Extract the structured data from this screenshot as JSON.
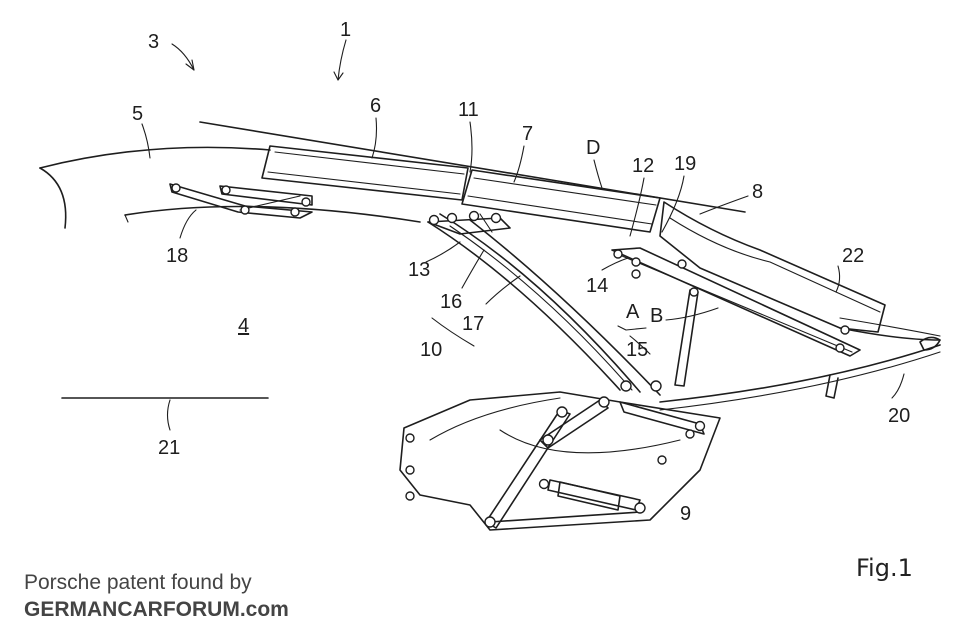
{
  "figure": {
    "label": "Fig.1",
    "reference_numerals": {
      "r1": "1",
      "r3": "3",
      "r4": "4",
      "r5": "5",
      "r6": "6",
      "r7": "7",
      "r8": "8",
      "r9": "9",
      "r10": "10",
      "r11": "11",
      "r12": "12",
      "r13": "13",
      "r14": "14",
      "r15": "15",
      "r16": "16",
      "r17": "17",
      "r18": "18",
      "r19": "19",
      "r20": "20",
      "r21": "21",
      "r22": "22",
      "rA": "A",
      "rB": "B",
      "rD": "D"
    }
  },
  "caption": {
    "line1": "Porsche patent found by",
    "line2": "GERMANCARFORUM.com"
  }
}
